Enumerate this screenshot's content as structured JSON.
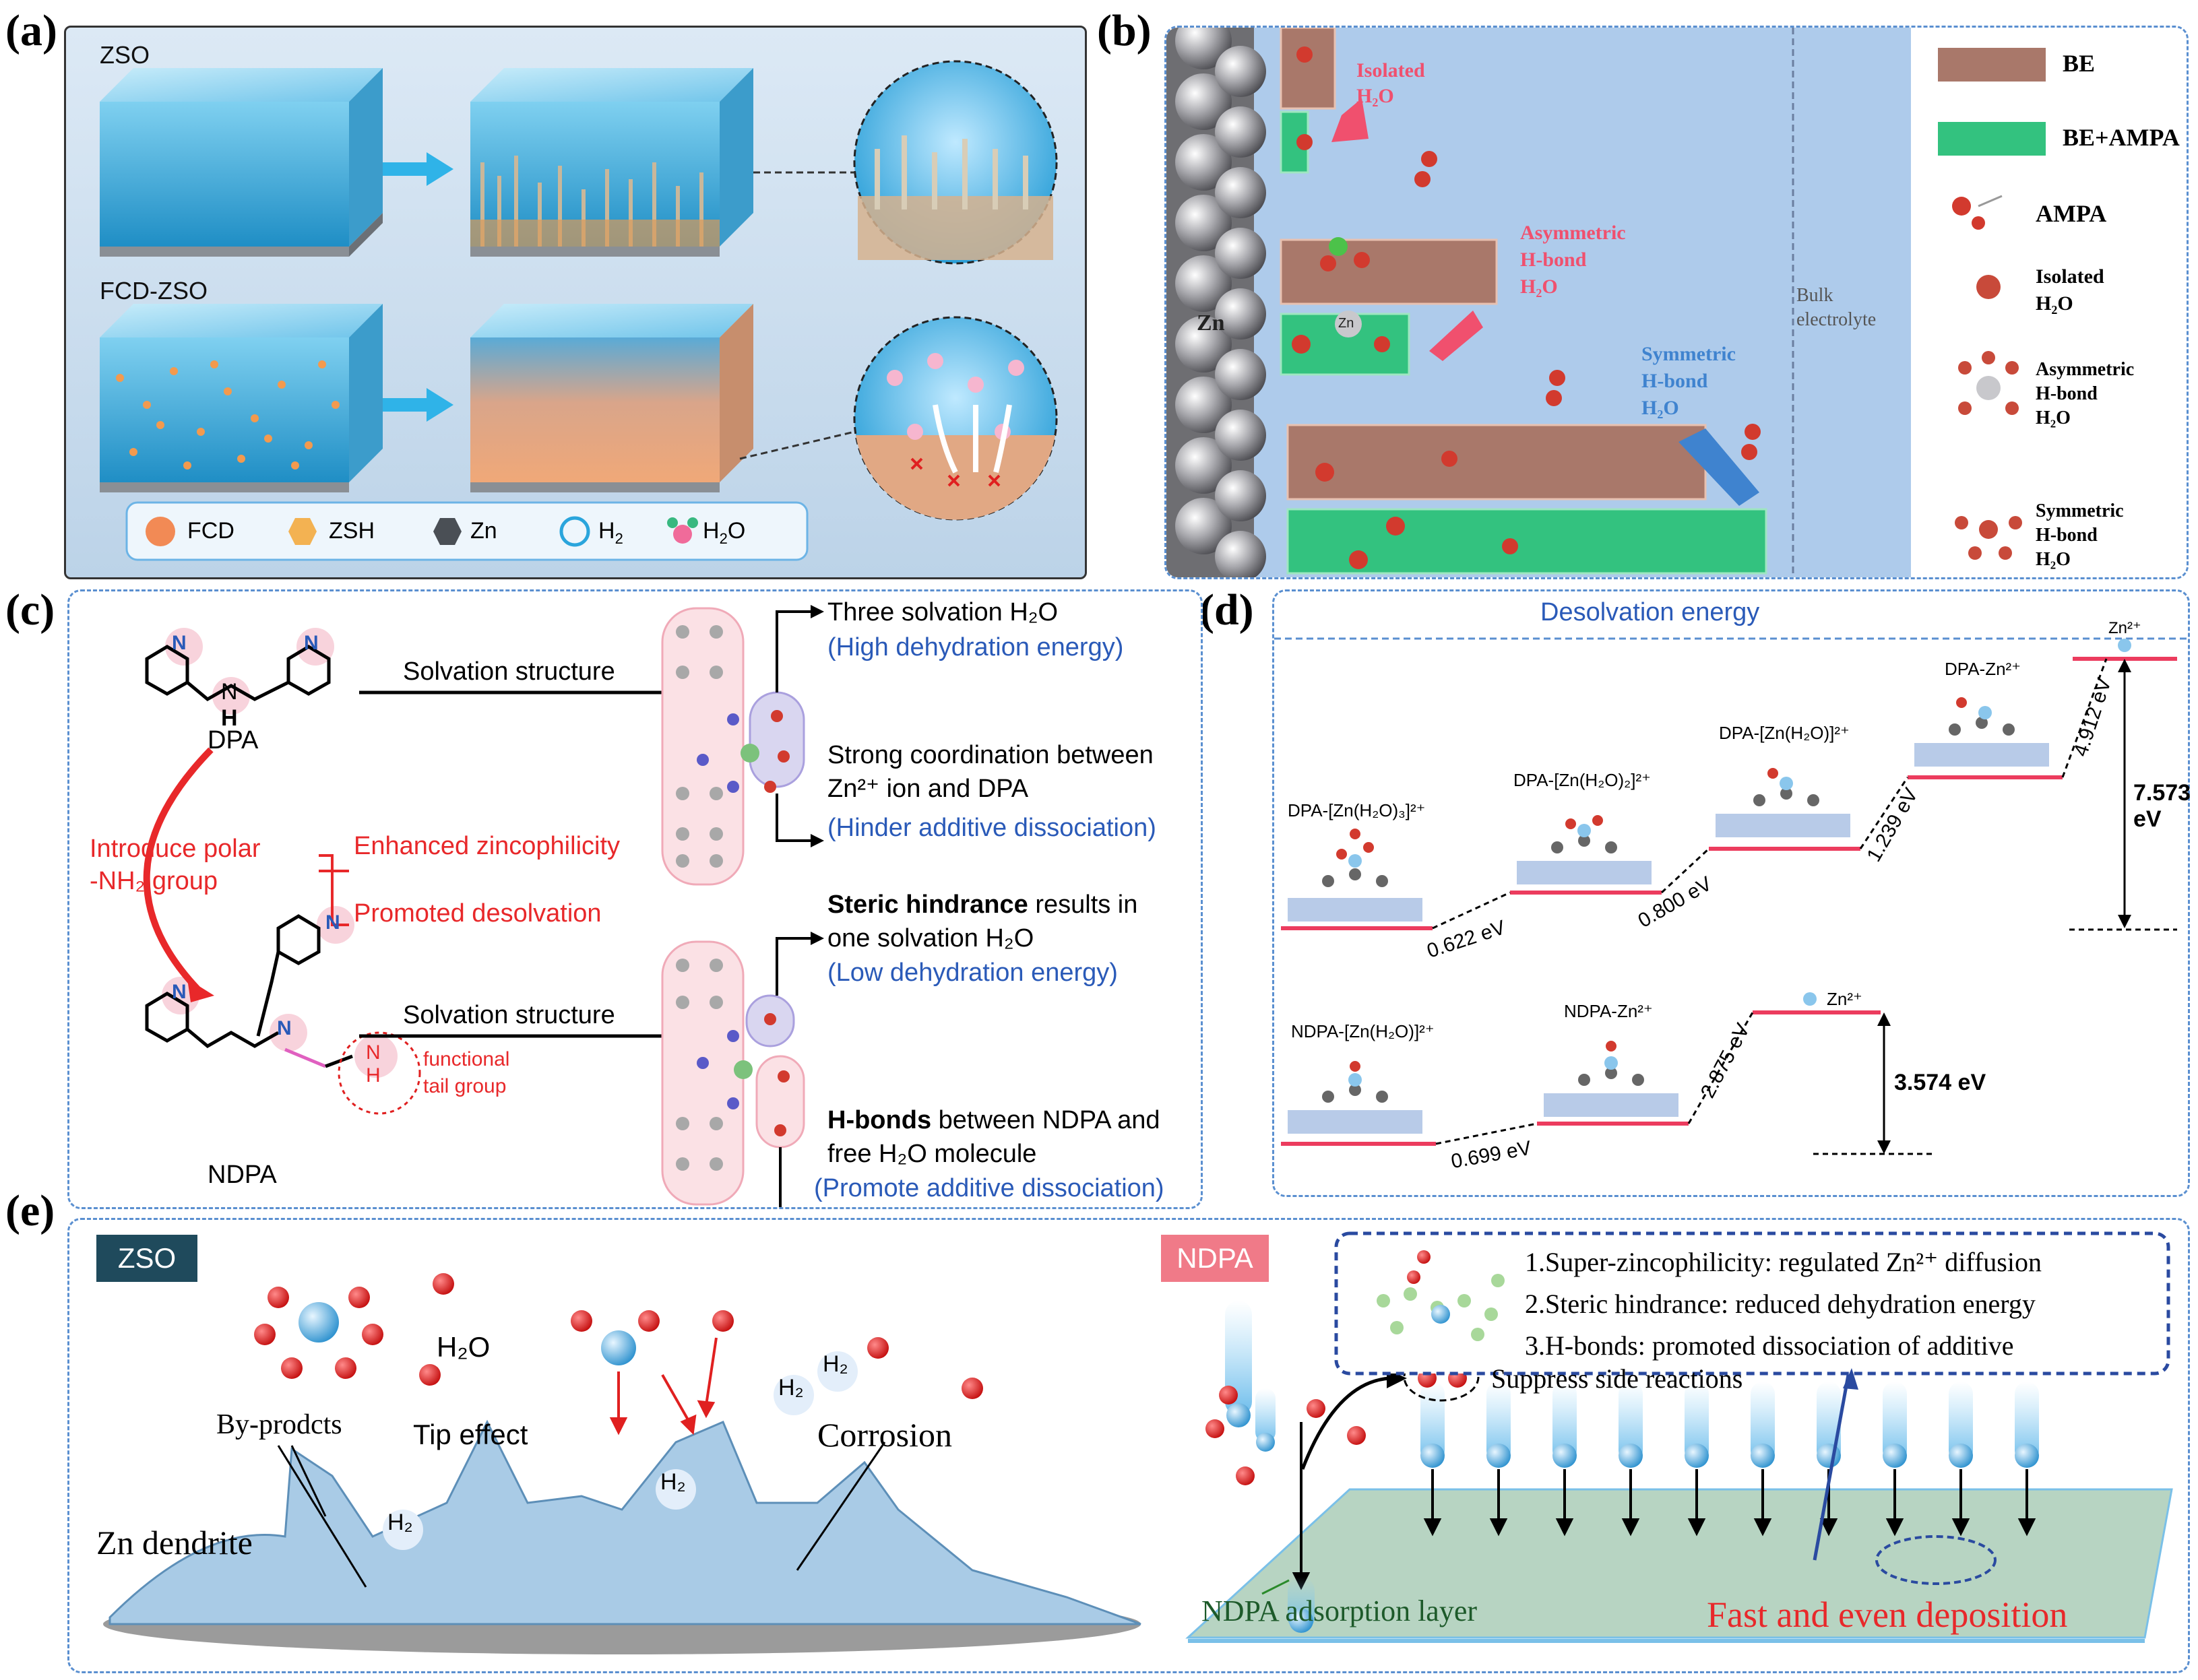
{
  "labels": {
    "a": "(a)",
    "b": "(b)",
    "c": "(c)",
    "d": "(d)",
    "e": "(e)"
  },
  "panel_a": {
    "row1": "ZSO",
    "row2": "FCD-ZSO",
    "legend": {
      "fcd": "FCD",
      "zsh": "ZSH",
      "zn": "Zn",
      "h2": "H",
      "h2_sub": "2",
      "h2o_pre": "H",
      "h2o_sub": "2",
      "h2o_post": "O"
    }
  },
  "panel_b": {
    "isolated": [
      "Isolated",
      "H₂O"
    ],
    "asymmetric": [
      "Asymmetric",
      "H-bond",
      "H₂O"
    ],
    "symmetric": [
      "Symmetric",
      "H-bond",
      "H₂O"
    ],
    "zn": "Zn",
    "zn_atom": "Zn",
    "bulk": [
      "Bulk",
      "electrolyte"
    ],
    "legend": {
      "be": "BE",
      "be_ampa": "BE+AMPA",
      "ampa": "AMPA",
      "isolated": [
        "Isolated",
        "H₂O"
      ],
      "asymmetric": [
        "Asymmetric",
        "H-bond",
        "H₂O"
      ],
      "symmetric": [
        "Symmetric",
        "H-bond",
        "H₂O"
      ]
    },
    "colors": {
      "be": "#a9786a",
      "be_ampa": "#33c27f",
      "bulk": "#a8c8ea"
    }
  },
  "panel_c": {
    "dpa": "DPA",
    "ndpa": "NDPA",
    "solvation": "Solvation structure",
    "intro": [
      "Introduce polar",
      "-NH₂ group"
    ],
    "effects": [
      "Enhanced zincophilicity",
      "Promoted desolvation"
    ],
    "functional": [
      "functional",
      "tail group"
    ],
    "top1": "Three solvation H₂O",
    "top1b": "(High dehydration energy)",
    "top2": [
      "Strong coordination between",
      "Zn²⁺ ion and DPA"
    ],
    "top2b": "(Hinder additive dissociation)",
    "bot1_bold": "Steric hindrance",
    "bot1_rest": " results in",
    "bot1_line2": "one solvation H₂O",
    "bot1b": "(Low dehydration energy)",
    "bot2_bold": "H-bonds",
    "bot2_rest": " between NDPA and",
    "bot2_line2": "free H₂O molecule",
    "bot2b": "(Promote additive dissociation)"
  },
  "panel_d": {
    "title": "Desolvation energy",
    "dpa_states": [
      "DPA-[Zn(H₂O)₃]²⁺",
      "DPA-[Zn(H₂O)₂]²⁺",
      "DPA-[Zn(H₂O)]²⁺",
      "DPA-Zn²⁺",
      "Zn²⁺"
    ],
    "dpa_steps": [
      "0.622 eV",
      "0.800 eV",
      "1.239 eV",
      "4.912 eV"
    ],
    "dpa_total": "7.573 eV",
    "ndpa_states": [
      "NDPA-[Zn(H₂O)]²⁺",
      "NDPA-Zn²⁺",
      "Zn²⁺"
    ],
    "ndpa_steps": [
      "0.699 eV",
      "2.875 eV"
    ],
    "ndpa_total": "3.574 eV"
  },
  "panel_e": {
    "zso": "ZSO",
    "ndpa": "NDPA",
    "h2o": "H₂O",
    "tip": "Tip effect",
    "byprod": "By-prodcts",
    "zn_dendrite": "Zn dendrite",
    "corrosion": "Corrosion",
    "h2": "H₂",
    "features": [
      "1.Super-zincophilicity: regulated Zn²⁺ diffusion",
      "2.Steric hindrance: reduced dehydration energy",
      "3.H-bonds: promoted dissociation of additive"
    ],
    "suppress": "Suppress side reactions",
    "layer": "NDPA adsorption layer",
    "fast": "Fast and even deposition",
    "colors": {
      "zso_badge": "#1f4a5c",
      "ndpa_badge": "#f07a88"
    }
  }
}
